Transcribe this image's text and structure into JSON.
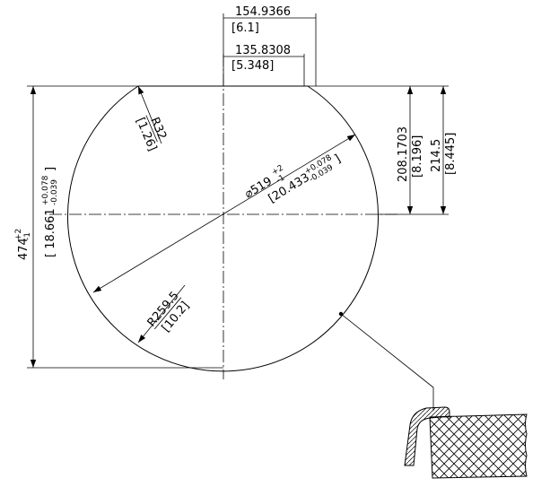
{
  "dimensions": {
    "top_outer": {
      "value": "154.9366",
      "alt": "[6.1]"
    },
    "top_inner": {
      "value": "135.8308",
      "alt": "[5.348]"
    },
    "corner_radius": {
      "value": "R32",
      "alt": "[1.26]"
    },
    "diameter": {
      "main": "519",
      "tol_upper": "+2",
      "tol_lower": "-1",
      "alt_value": "20.433",
      "alt_upper": "+0.078",
      "alt_lower": "-0.039"
    },
    "radius": {
      "value": "R259.5",
      "alt": "[10.2]"
    },
    "height": {
      "main": "474",
      "tol_upper": "+2",
      "tol_lower": "-1",
      "alt_value": "18.661",
      "alt_upper": "+0.078",
      "alt_lower": "-0.039"
    },
    "right_inner": {
      "value": "208.1703",
      "alt": "[8.196]"
    },
    "right_outer": {
      "value": "214.5",
      "alt": "[8.445]"
    }
  }
}
